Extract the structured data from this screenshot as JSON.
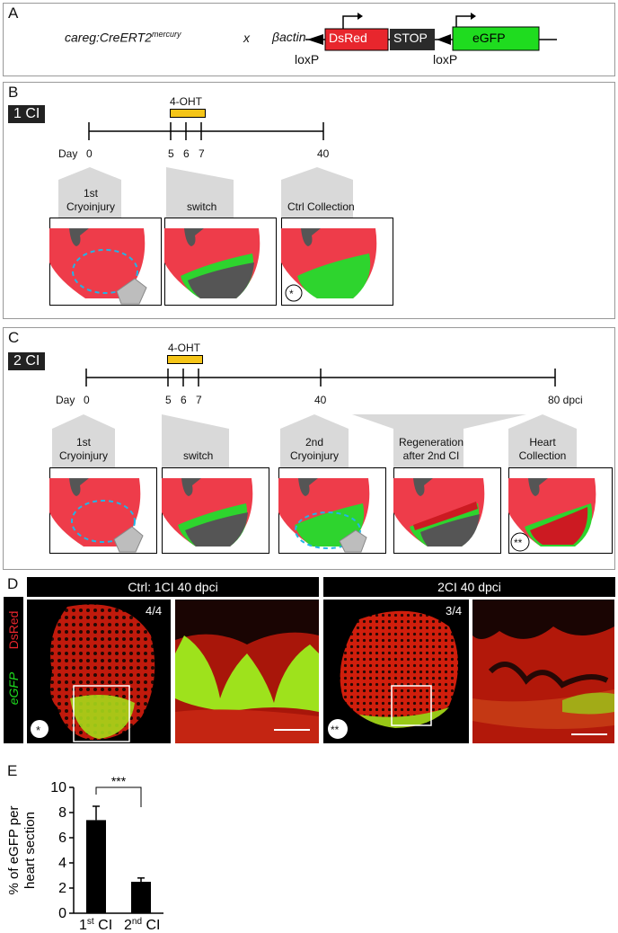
{
  "panel_a": {
    "label": "A",
    "cross_left": "careg:CreERT2",
    "cross_left_sup": "mercury",
    "cross_x": "x",
    "cross_right": "βactin",
    "dsred": "DsRed",
    "stop": "STOP",
    "egfp": "eGFP",
    "loxp1": "loxP",
    "loxp2": "loxP",
    "colors": {
      "dsred": "#e8262d",
      "egfp": "#1fdc1f",
      "stop": "#2b2b2b"
    }
  },
  "panel_b": {
    "label": "B",
    "tag": "1 CI",
    "drug": "4-OHT",
    "day_label": "Day",
    "ticks": [
      "0",
      "5",
      "6",
      "7",
      "40"
    ],
    "stages": [
      "1st\nCryoinjury",
      "switch",
      "Ctrl Collection"
    ],
    "asterisk": "*"
  },
  "panel_c": {
    "label": "C",
    "tag": "2 CI",
    "drug": "4-OHT",
    "day_label": "Day",
    "ticks": [
      "0",
      "5",
      "6",
      "7",
      "40",
      "80 dpci"
    ],
    "stages": [
      "1st\nCryoinjury",
      "switch",
      "2nd\nCryoinjury",
      "Regeneration\nafter 2nd CI",
      "Heart\nCollection"
    ],
    "asterisk": "**"
  },
  "panel_d": {
    "label": "D",
    "side_dsred": "DsRed",
    "side_egfp": "eGFP",
    "header_left": "Ctrl:  1CI 40 dpci",
    "header_right": "2CI 40 dpci",
    "count_left": "4/4",
    "count_right": "3/4",
    "mark_left": "*",
    "mark_right": "**"
  },
  "panel_e": {
    "label": "E",
    "significance": "***"
  },
  "chart_data": {
    "type": "bar",
    "categories": [
      "1st CI",
      "2nd CI"
    ],
    "category_main": [
      "1",
      "2"
    ],
    "category_sup": [
      "st",
      "nd"
    ],
    "category_tail": [
      "CI",
      "CI"
    ],
    "values": [
      7.4,
      2.5
    ],
    "errors": [
      1.1,
      0.3
    ],
    "ylabel": "% of eGFP per heart section",
    "ylabel_lines": [
      "% of eGFP per",
      "heart section"
    ],
    "ylim": [
      0,
      10
    ],
    "yticks": [
      "0",
      "2",
      "4",
      "6",
      "8",
      "10"
    ],
    "bar_color": "#000000"
  }
}
